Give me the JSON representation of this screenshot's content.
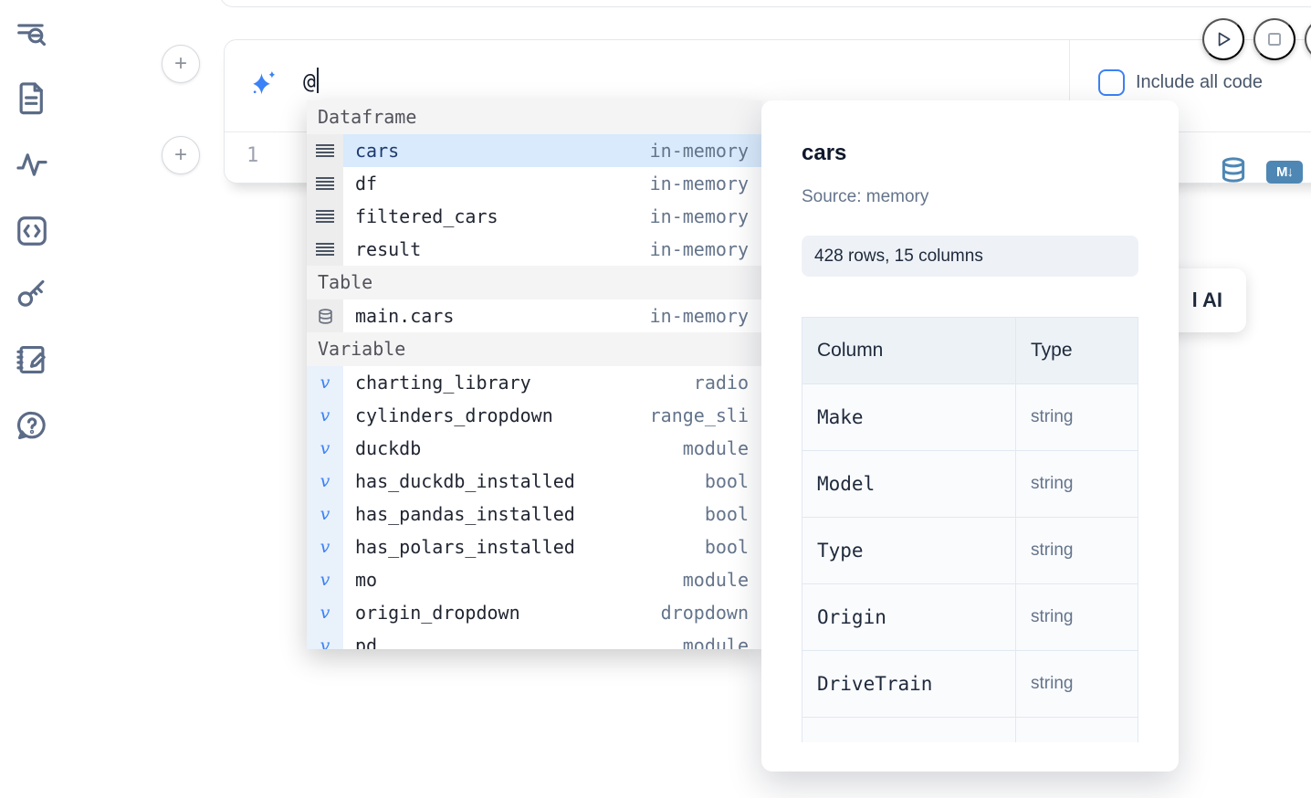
{
  "sidebar": {
    "icons": [
      "toc-search-icon",
      "document-icon",
      "activity-icon",
      "code-snippets-icon",
      "key-icon",
      "scratchpad-icon",
      "help-icon"
    ]
  },
  "cell": {
    "add_cell_label": "+",
    "line_number": "1",
    "markdown_badge": "M↓"
  },
  "ai_input": {
    "value": "@",
    "include_all_code_label": "Include all code"
  },
  "ai_card": {
    "label_fragment": "l AI"
  },
  "autocomplete": {
    "entries": [
      {
        "kind": "header",
        "label": "Dataframe"
      },
      {
        "kind": "dataframe",
        "name": "cars",
        "type": "in-memory",
        "selected": true
      },
      {
        "kind": "dataframe",
        "name": "df",
        "type": "in-memory"
      },
      {
        "kind": "dataframe",
        "name": "filtered_cars",
        "type": "in-memory"
      },
      {
        "kind": "dataframe",
        "name": "result",
        "type": "in-memory"
      },
      {
        "kind": "header",
        "label": "Table"
      },
      {
        "kind": "table",
        "name": "main.cars",
        "type": "in-memory"
      },
      {
        "kind": "header",
        "label": "Variable"
      },
      {
        "kind": "variable",
        "name": "charting_library",
        "type": "radio"
      },
      {
        "kind": "variable",
        "name": "cylinders_dropdown",
        "type": "range_sli"
      },
      {
        "kind": "variable",
        "name": "duckdb",
        "type": "module"
      },
      {
        "kind": "variable",
        "name": "has_duckdb_installed",
        "type": "bool"
      },
      {
        "kind": "variable",
        "name": "has_pandas_installed",
        "type": "bool"
      },
      {
        "kind": "variable",
        "name": "has_polars_installed",
        "type": "bool"
      },
      {
        "kind": "variable",
        "name": "mo",
        "type": "module"
      },
      {
        "kind": "variable",
        "name": "origin_dropdown",
        "type": "dropdown"
      },
      {
        "kind": "variable",
        "name": "pd",
        "type": "module"
      }
    ]
  },
  "preview": {
    "title": "cars",
    "source": "Source: memory",
    "shape": "428 rows, 15 columns",
    "table": {
      "headers": [
        "Column",
        "Type"
      ],
      "rows": [
        [
          "Make",
          "string"
        ],
        [
          "Model",
          "string"
        ],
        [
          "Type",
          "string"
        ],
        [
          "Origin",
          "string"
        ],
        [
          "DriveTrain",
          "string"
        ],
        [
          "",
          ""
        ]
      ]
    }
  },
  "colors": {
    "accent_blue": "#3b82f6",
    "steel_blue": "#4e87b4",
    "selected_row": "#d8eafc",
    "sidebar_icon": "#5b6b87"
  }
}
